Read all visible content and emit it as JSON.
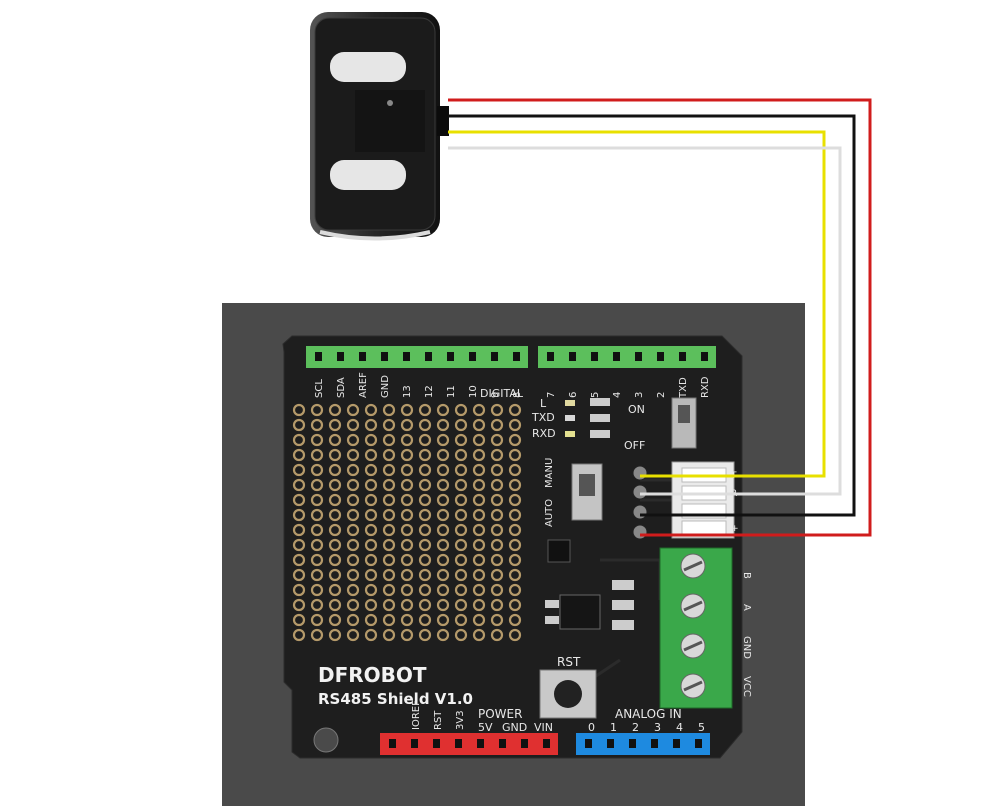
{
  "board": {
    "brand": "DFROBOT",
    "model": "RS485 Shield V1.0",
    "header_top_left": [
      "SCL",
      "SDA",
      "AREF",
      "GND",
      "13",
      "12",
      "11",
      "10",
      "9",
      "8"
    ],
    "header_top_right": [
      "7",
      "6",
      "5",
      "4",
      "3",
      "2",
      "TXD",
      "RXD"
    ],
    "digital_label": "DIGITAL",
    "led_labels": [
      "L",
      "TXD",
      "RXD"
    ],
    "switch_on": "ON",
    "switch_off": "OFF",
    "mode_labels": [
      "AUTO",
      "MANU"
    ],
    "sensor_pins": [
      "T",
      "R",
      "-",
      "+"
    ],
    "terminal_labels": [
      "B",
      "A",
      "GND",
      "VCC"
    ],
    "reset_label": "RST",
    "power_title": "POWER",
    "power_pins": [
      "IOREF",
      "RST",
      "3V3",
      "5V",
      "GND",
      "VIN"
    ],
    "analog_title": "ANALOG IN",
    "analog_pins": [
      "0",
      "1",
      "2",
      "3",
      "4",
      "5"
    ]
  },
  "wires": [
    {
      "name": "red",
      "color": "#d01c1c"
    },
    {
      "name": "black",
      "color": "#111111"
    },
    {
      "name": "yellow",
      "color": "#e8e000"
    },
    {
      "name": "white",
      "color": "#dddddd"
    }
  ],
  "colors": {
    "pcb": "#1e1e1e",
    "photo_bg": "#4a4a4a",
    "header_green": "#5cbf5c",
    "header_red": "#e03030",
    "header_blue": "#1e8ae0",
    "terminal_green": "#3aa84a",
    "pad_gold": "#b59a6a"
  }
}
